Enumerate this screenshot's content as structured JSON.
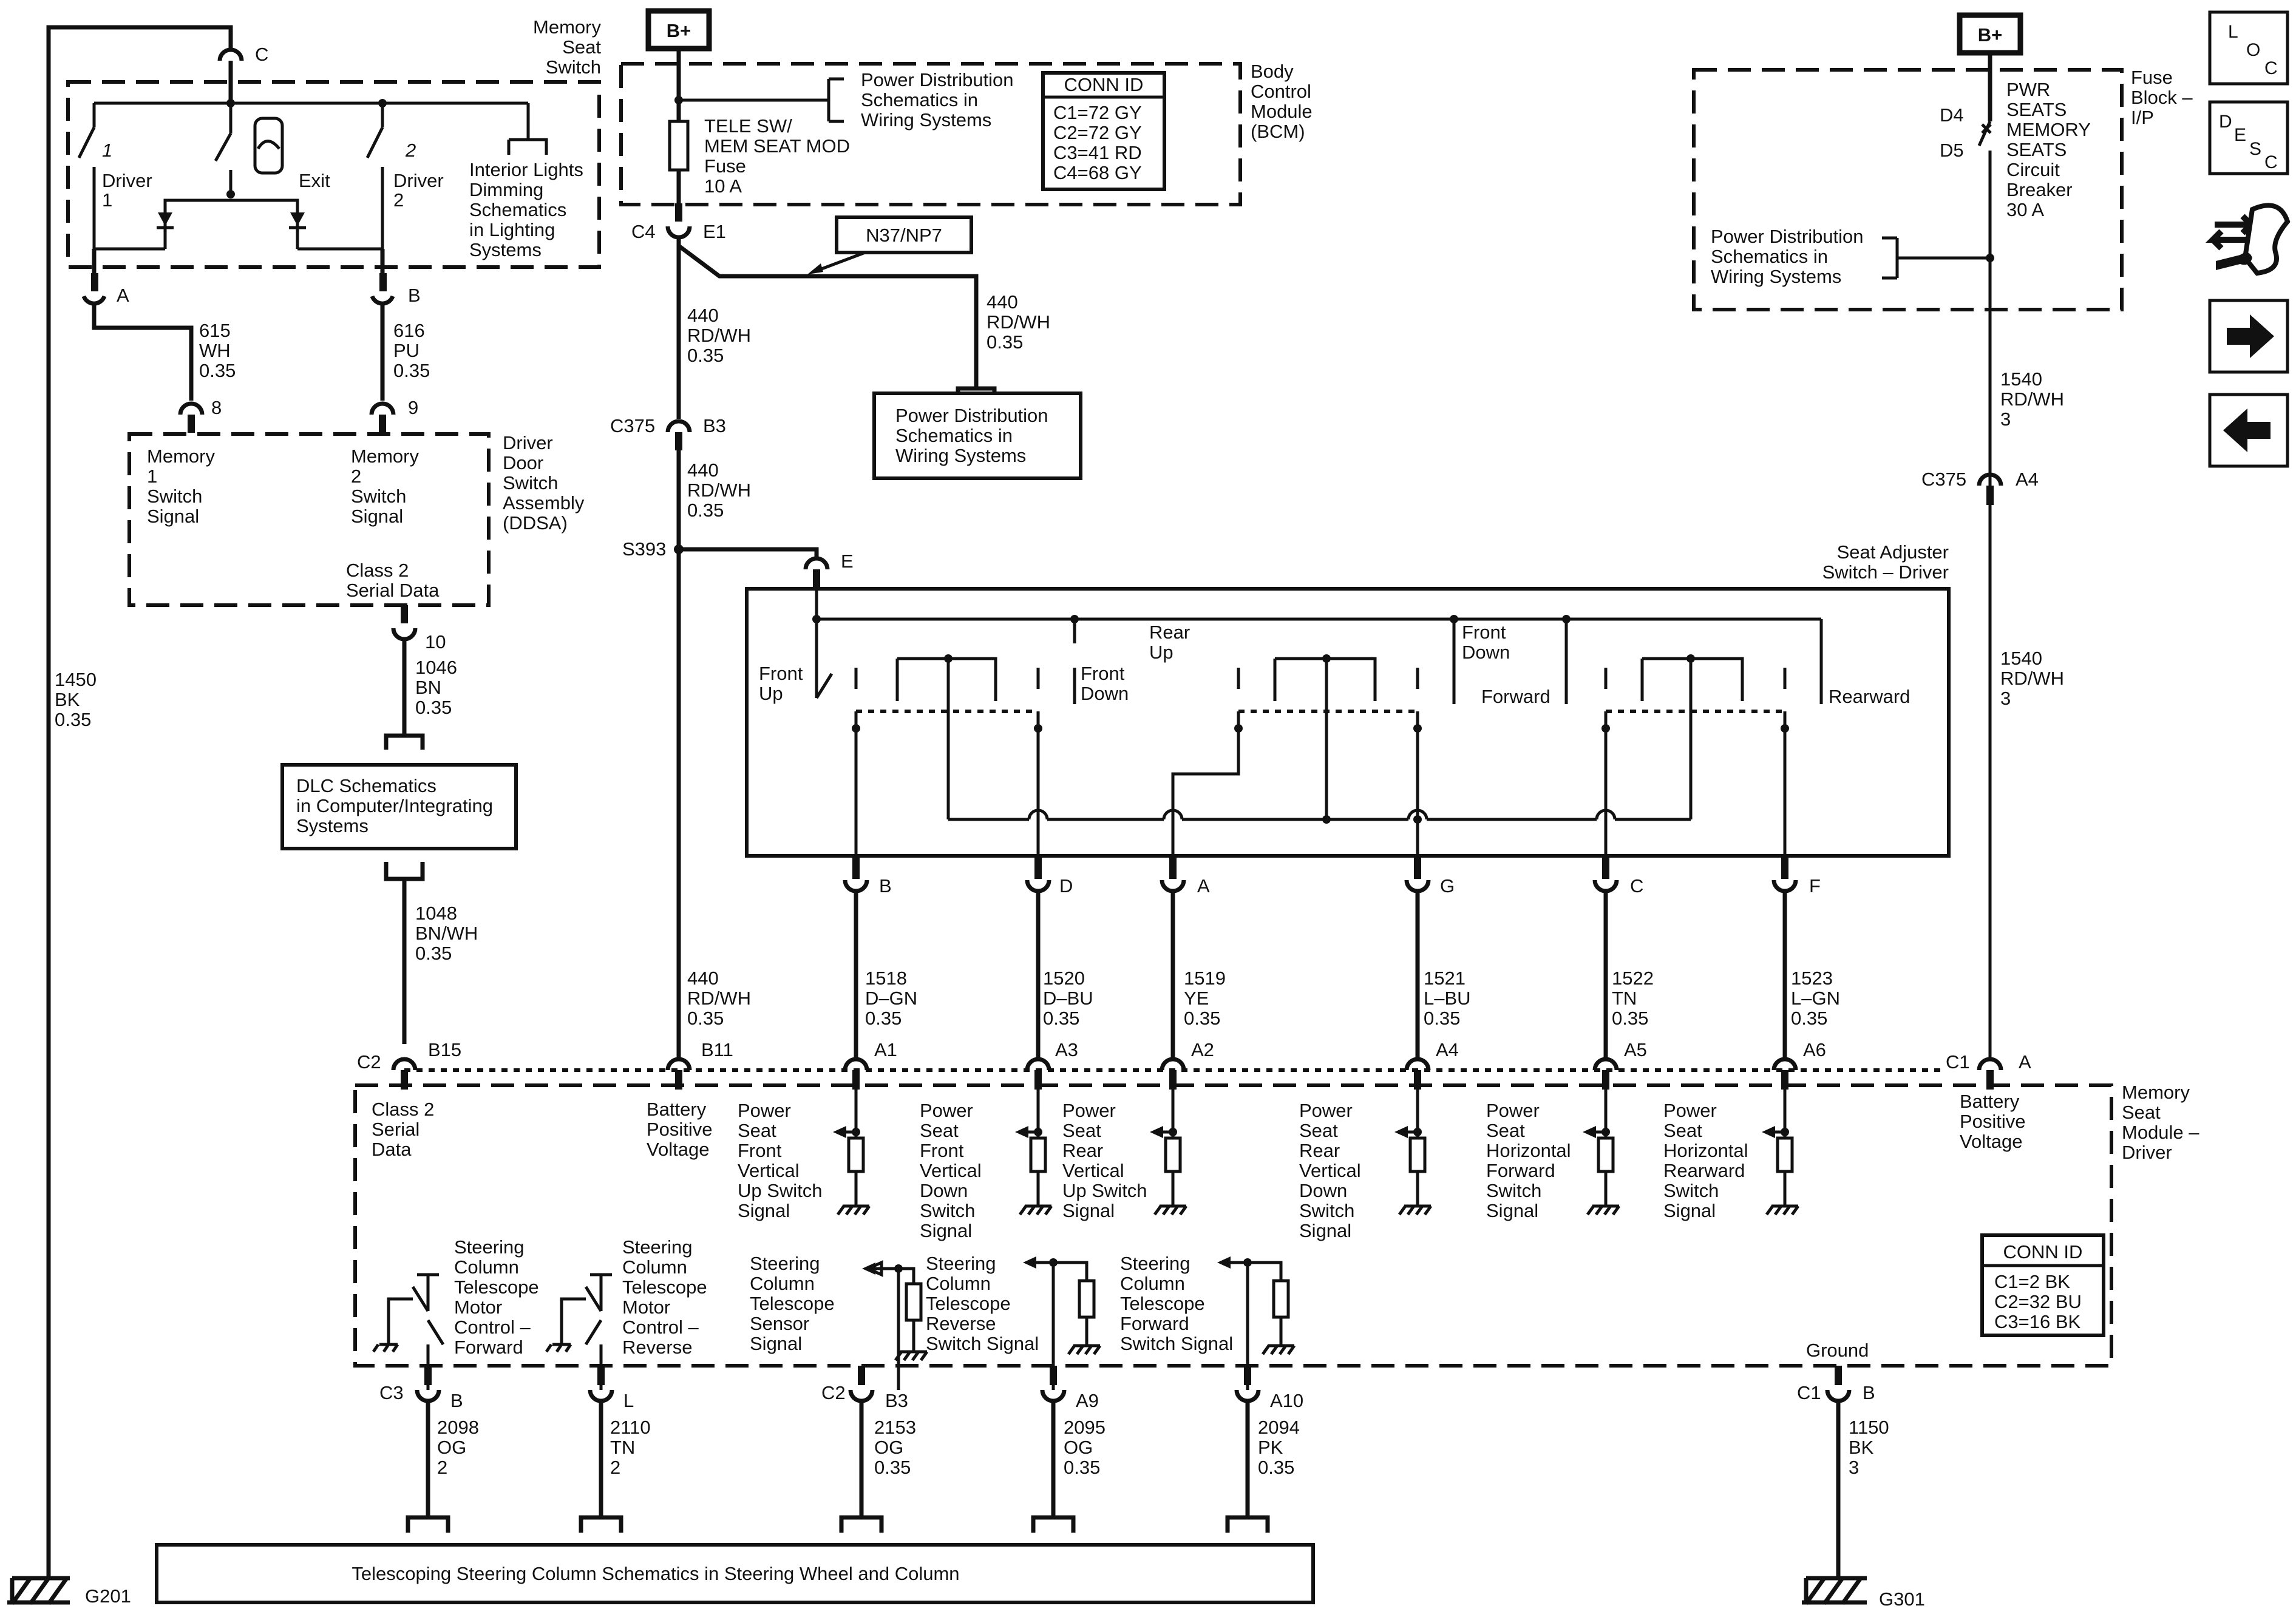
{
  "top_left": {
    "module_title": [
      "Memory",
      "Seat",
      "Switch"
    ],
    "conn_c": "C",
    "driver1": [
      "Driver",
      "1"
    ],
    "exit": "Exit",
    "driver2": [
      "Driver",
      "2"
    ],
    "interior_ref": [
      "Interior Lights",
      "Dimming",
      "Schematics",
      "in Lighting",
      "Systems"
    ],
    "pin_a": "A",
    "pin_b": "B",
    "wire615": [
      "615",
      "WH",
      "0.35"
    ],
    "wire616": [
      "616",
      "PU",
      "0.35"
    ],
    "pin8": "8",
    "pin9": "9",
    "ddsa_mem1": [
      "Memory",
      "1",
      "Switch",
      "Signal"
    ],
    "ddsa_mem2": [
      "Memory",
      "2",
      "Switch",
      "Signal"
    ],
    "ddsa_title": [
      "Driver",
      "Door",
      "Switch",
      "Assembly",
      "(DDSA)"
    ],
    "ddsa_class2": [
      "Class 2",
      "Serial Data"
    ],
    "pin10": "10",
    "wire1046": [
      "1046",
      "BN",
      "0.35"
    ],
    "dlc_ref": [
      "DLC Schematics",
      "in Computer/Integrating",
      "Systems"
    ],
    "wire1048": [
      "1048",
      "BN/WH",
      "0.35"
    ],
    "wire1450": [
      "1450",
      "BK",
      "0.35"
    ],
    "ground_g201": "G201"
  },
  "bcm": {
    "bplus": "B+",
    "power_ref": [
      "Power Distribution",
      "Schematics in",
      "Wiring Systems"
    ],
    "conn_id_title": "CONN ID",
    "conn_id_rows": [
      "C1=72 GY",
      "C2=72 GY",
      "C3=41 RD",
      "C4=68 GY"
    ],
    "title": [
      "Body",
      "Control",
      "Module",
      "(BCM)"
    ],
    "fuse": [
      "TELE SW/",
      "MEM SEAT MOD",
      "Fuse",
      "10 A"
    ],
    "c4": "C4",
    "e1": "E1",
    "option": "N37/NP7",
    "wire440a": [
      "440",
      "RD/WH",
      "0.35"
    ],
    "wire440b": [
      "440",
      "RD/WH",
      "0.35"
    ],
    "power_ref2": [
      "Power Distribution",
      "Schematics in",
      "Wiring Systems"
    ],
    "c375": "C375",
    "b3": "B3",
    "wire440c": [
      "440",
      "RD/WH",
      "0.35"
    ],
    "s393": "S393",
    "pin_e": "E"
  },
  "seat_switch": {
    "title": [
      "Seat Adjuster",
      "Switch – Driver"
    ],
    "front_up": [
      "Front",
      "Up"
    ],
    "front_down": [
      "Front",
      "Down"
    ],
    "rear_up": [
      "Rear",
      "Up"
    ],
    "rear_down": [
      "Front",
      "Down"
    ],
    "forward": "Forward",
    "rearward": "Rearward",
    "pins": [
      "B",
      "D",
      "A",
      "G",
      "C",
      "F"
    ],
    "wires": [
      [
        "1518",
        "D–GN",
        "0.35"
      ],
      [
        "1520",
        "D–BU",
        "0.35"
      ],
      [
        "1519",
        "YE",
        "0.35"
      ],
      [
        "1521",
        "L–BU",
        "0.35"
      ],
      [
        "1522",
        "TN",
        "0.35"
      ],
      [
        "1523",
        "L–GN",
        "0.35"
      ]
    ]
  },
  "fuse_block": {
    "bplus": "B+",
    "title": [
      "Fuse",
      "Block –",
      "I/P"
    ],
    "d4": "D4",
    "d5": "D5",
    "breaker": [
      "PWR",
      "SEATS",
      "MEMORY",
      "SEATS",
      "Circuit",
      "Breaker",
      "30 A"
    ],
    "power_ref": [
      "Power Distribution",
      "Schematics in",
      "Wiring Systems"
    ],
    "wire1540a": [
      "1540",
      "RD/WH",
      "3"
    ],
    "c375": "C375",
    "a4": "A4",
    "wire1540b": [
      "1540",
      "RD/WH",
      "3"
    ]
  },
  "msm": {
    "title": [
      "Memory",
      "Seat",
      "Module –",
      "Driver"
    ],
    "c2": "C2",
    "b15": "B15",
    "b11": "B11",
    "a_pins": [
      "A1",
      "A3",
      "A2",
      "A4",
      "A5",
      "A6"
    ],
    "wire440d": [
      "440",
      "RD/WH",
      "0.35"
    ],
    "c1": "C1",
    "pin_a": "A",
    "class2": [
      "Class 2",
      "Serial",
      "Data"
    ],
    "battery": [
      "Battery",
      "Positive",
      "Voltage"
    ],
    "battery2": [
      "Battery",
      "Positive",
      "Voltage"
    ],
    "signals": [
      [
        "Power",
        "Seat",
        "Front",
        "Vertical",
        "Up Switch",
        "Signal"
      ],
      [
        "Power",
        "Seat",
        "Front",
        "Vertical",
        "Down",
        "Switch",
        "Signal"
      ],
      [
        "Power",
        "Seat",
        "Rear",
        "Vertical",
        "Up Switch",
        "Signal"
      ],
      [
        "Power",
        "Seat",
        "Rear",
        "Vertical",
        "Down",
        "Switch",
        "Signal"
      ],
      [
        "Power",
        "Seat",
        "Horizontal",
        "Forward",
        "Switch",
        "Signal"
      ],
      [
        "Power",
        "Seat",
        "Horizontal",
        "Rearward",
        "Switch",
        "Signal"
      ]
    ],
    "steer_fwd": [
      "Steering",
      "Column",
      "Telescope",
      "Motor",
      "Control –",
      "Forward"
    ],
    "steer_rev": [
      "Steering",
      "Column",
      "Telescope",
      "Motor",
      "Control –",
      "Reverse"
    ],
    "steer_sensor": [
      "Steering",
      "Column",
      "Telescope",
      "Sensor",
      "Signal"
    ],
    "steer_rev_sw": [
      "Steering",
      "Column",
      "Telescope",
      "Reverse",
      "Switch Signal"
    ],
    "steer_fwd_sw": [
      "Steering",
      "Column",
      "Telescope",
      "Forward",
      "Switch Signal"
    ],
    "conn_id_title": "CONN ID",
    "conn_id_rows": [
      "C1=2 BK",
      "C2=32 BU",
      "C3=16 BK"
    ],
    "ground": "Ground",
    "c3": "C3",
    "c2b": "C2",
    "c1b": "C1",
    "bottom_pins": [
      "B",
      "L",
      "B3",
      "A9",
      "A10"
    ],
    "pin_b_gnd": "B",
    "bottom_wires": [
      [
        "2098",
        "OG",
        "2"
      ],
      [
        "2110",
        "TN",
        "2"
      ],
      [
        "2153",
        "OG",
        "0.35"
      ],
      [
        "2095",
        "OG",
        "0.35"
      ],
      [
        "2094",
        "PK",
        "0.35"
      ]
    ],
    "wire1150": [
      "1150",
      "BK",
      "3"
    ],
    "ground_g301": "G301"
  },
  "bottom_ref": "Telescoping Steering Column Schematics in Steering Wheel and Column",
  "nav": {
    "loc": [
      "L",
      "O",
      "C"
    ],
    "desc": [
      "D",
      "E",
      "S",
      "C"
    ],
    "icons": [
      "connector-wrench-icon",
      "next-arrow-icon",
      "back-arrow-icon"
    ]
  }
}
